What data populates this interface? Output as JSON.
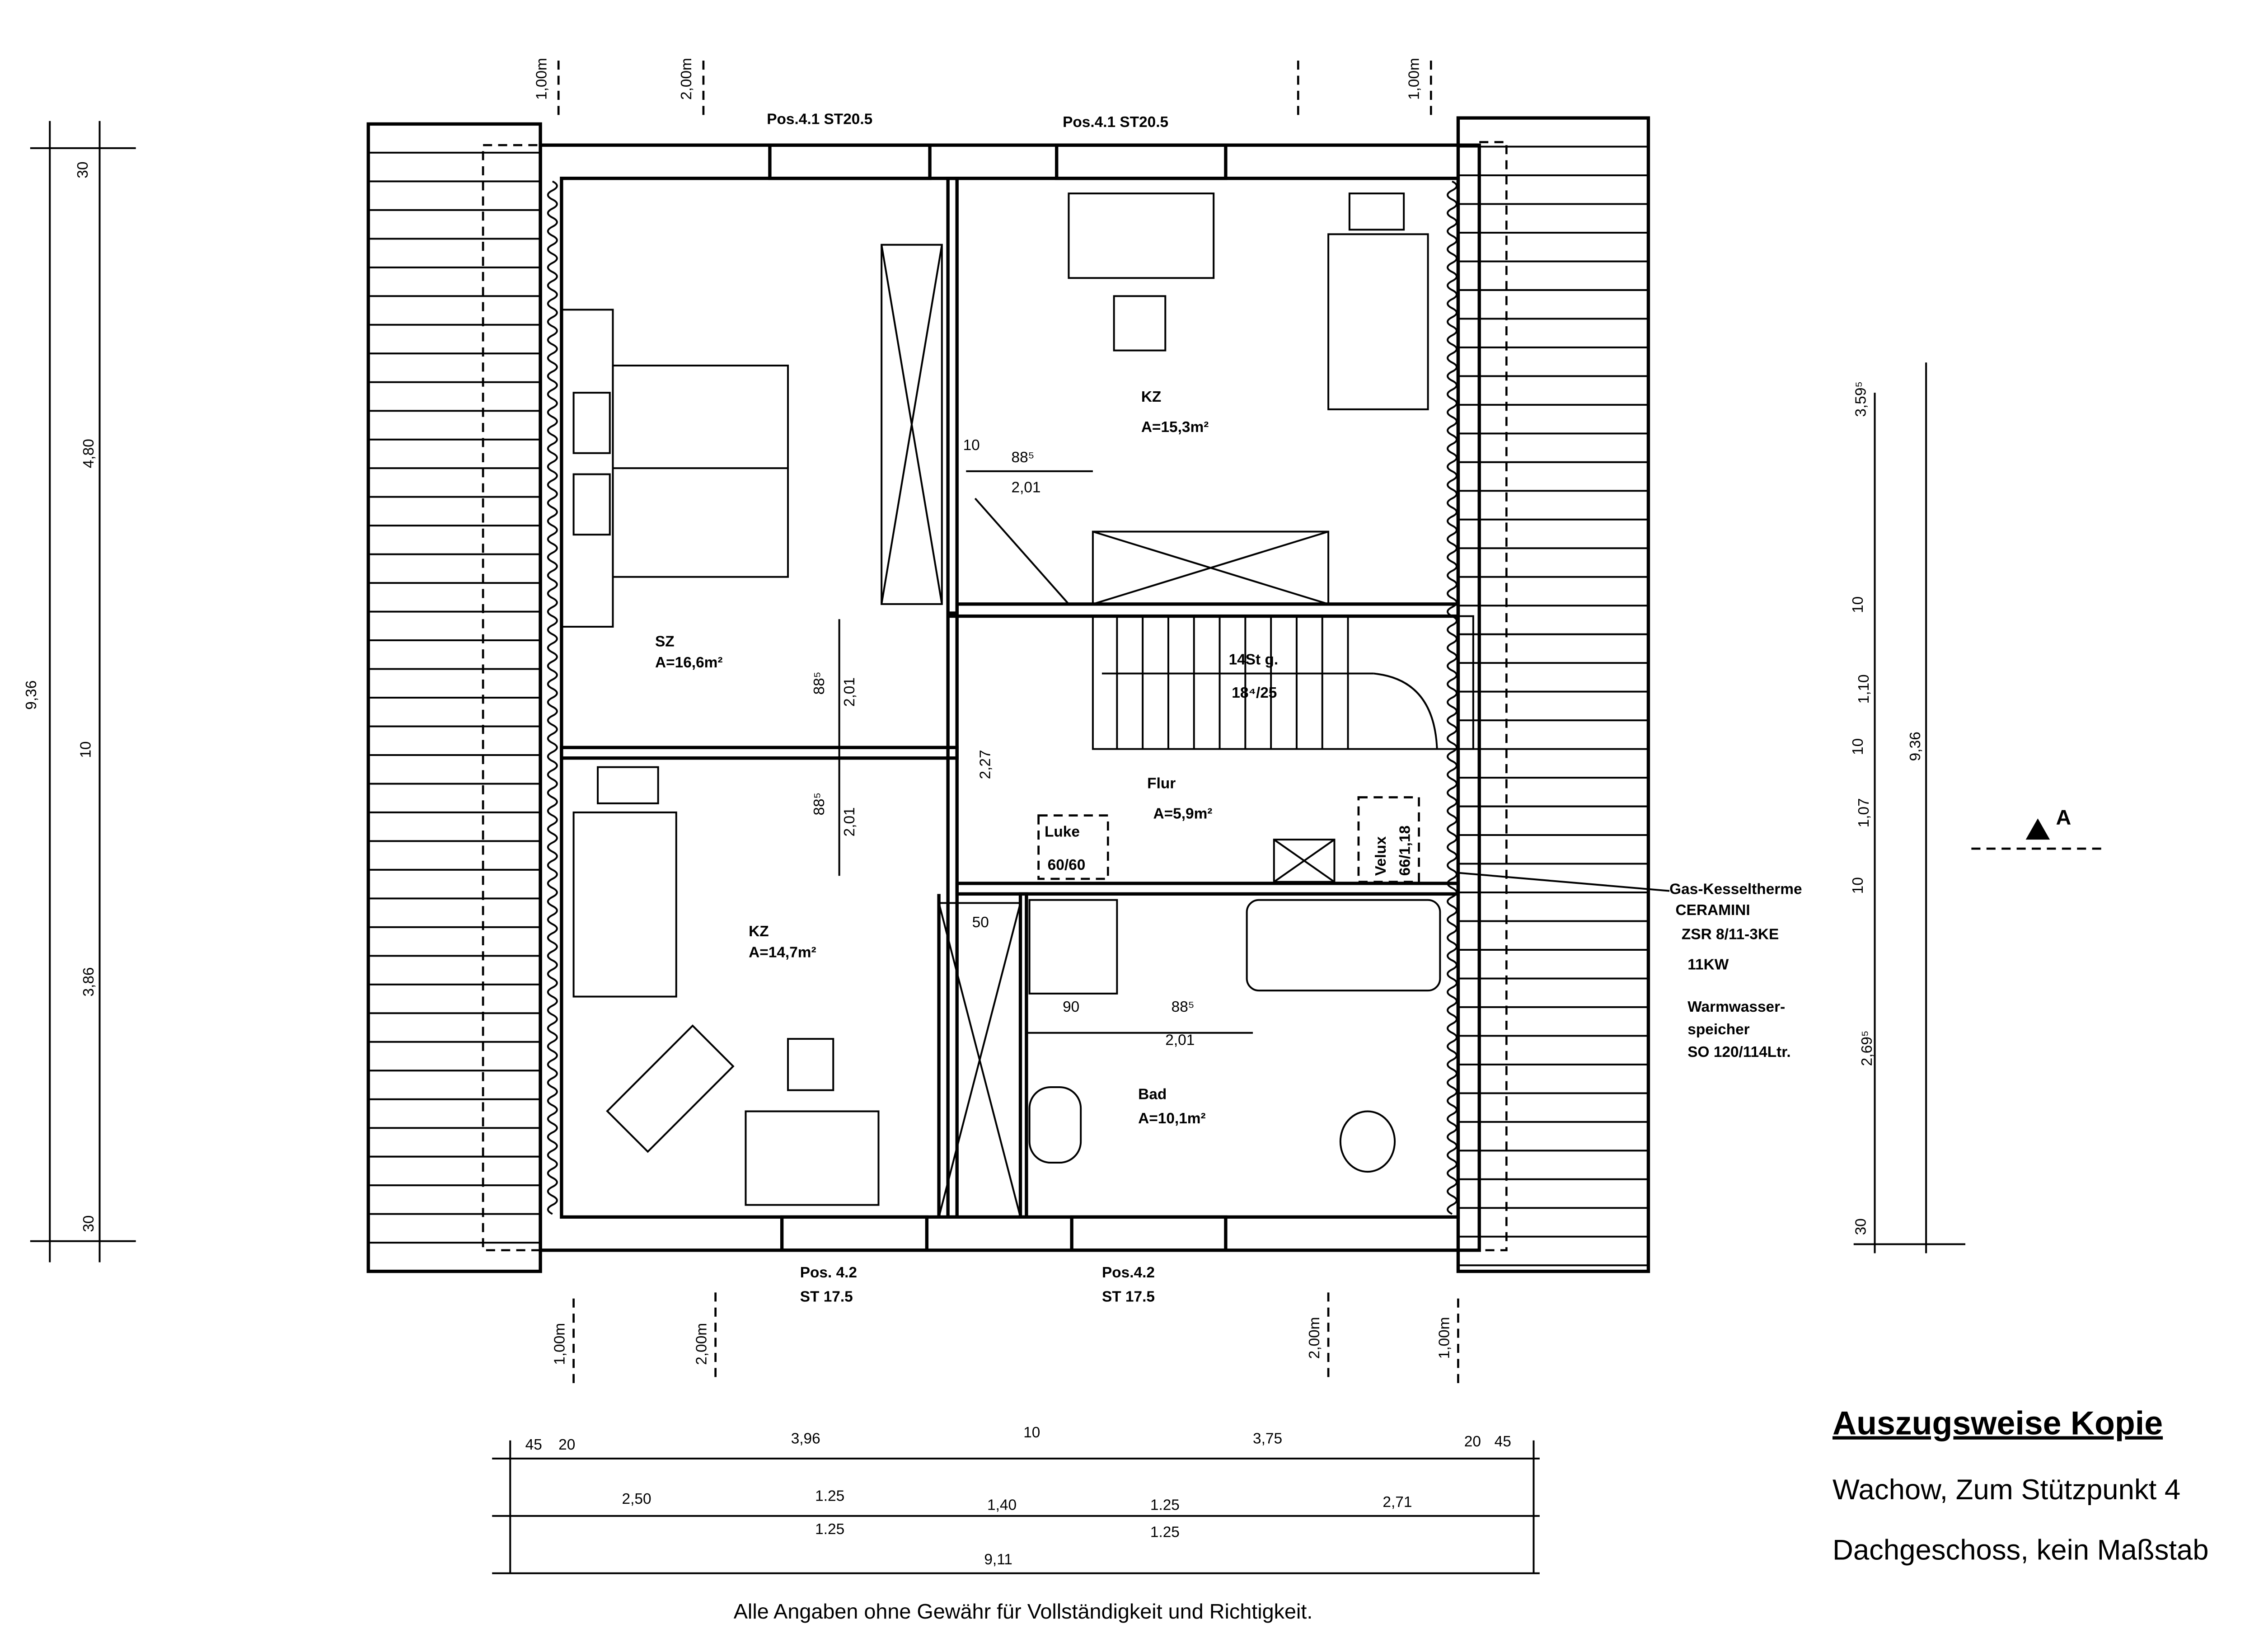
{
  "title_block": {
    "heading": "Auszugsweise Kopie",
    "address": "Wachow, Zum Stützpunkt 4",
    "floor": "Dachgeschoss, kein Maßstab"
  },
  "disclaimer": "Alle Angaben ohne Gewähr für Vollständigkeit und Richtigkeit.",
  "rooms": [
    {
      "name": "SZ",
      "area": "A=16,6m²"
    },
    {
      "name": "KZ",
      "area": "A=15,3m²"
    },
    {
      "name": "Flur",
      "area": "A=5,9m²"
    },
    {
      "name": "KZ",
      "area": "A=14,7m²"
    },
    {
      "name": "Bad",
      "area": "A=10,1m²"
    }
  ],
  "lintels": {
    "top_left": "Pos.4.1   ST20.5",
    "top_right": "Pos.4.1  ST20.5",
    "bottom_left_pos": "Pos. 4.2",
    "bottom_left_st": "ST 17.5",
    "bottom_right_pos": "Pos.4.2",
    "bottom_right_st": "ST 17.5"
  },
  "stair": {
    "steps": "14St g.",
    "rise": "18⁴/25"
  },
  "hatch": {
    "label": "Luke",
    "size": "60/60"
  },
  "velux": {
    "label": "Velux",
    "size": "66/1,18"
  },
  "heating": {
    "lines": [
      "Gas-Kesseltherme",
      "CERAMINI",
      "ZSR 8/11-3KE",
      "11KW"
    ],
    "storage": [
      "Warmwasser-",
      "speicher",
      "SO 120/114Ltr."
    ]
  },
  "section_marker": "A",
  "height_marks": {
    "one": "1,00m",
    "two": "2,00m"
  },
  "dims": {
    "left": [
      "30",
      "4,80",
      "10",
      "3,86",
      "30",
      "9,36"
    ],
    "right": [
      "3,59⁵",
      "10",
      "1,10",
      "10",
      "1,07",
      "10",
      "2,69⁵",
      "30",
      "9,36"
    ],
    "bottom_row1": [
      "45",
      "20",
      "3,96",
      "10",
      "3,75",
      "20",
      "45"
    ],
    "bottom_row2": [
      "2,50",
      "1.25",
      "1,40",
      "1.25",
      "2,71"
    ],
    "bottom_row2b": [
      "1.25",
      "1.25"
    ],
    "bottom_total": "9,11",
    "doors": [
      "88⁵",
      "2,01",
      "10",
      "2,27",
      "50",
      "90"
    ]
  }
}
